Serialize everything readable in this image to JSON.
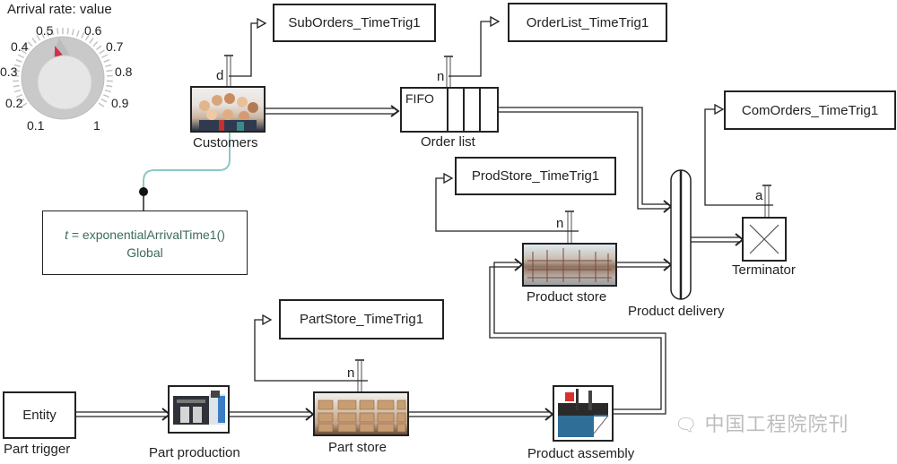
{
  "dial": {
    "title": "Arrival rate: value",
    "ticks": [
      "0.1",
      "0.2",
      "0.3",
      "0.4",
      "0.5",
      "0.6",
      "0.7",
      "0.8",
      "0.9",
      "1"
    ],
    "current_value": 0.5,
    "min": 0.1,
    "max": 1,
    "pointer_color": "#d0304a"
  },
  "blocks": {
    "customers": {
      "label": "Customers",
      "port": "d"
    },
    "order_list": {
      "label": "Order list",
      "inner": "FIFO",
      "port": "n"
    },
    "product_delivery": {
      "label": "Product delivery"
    },
    "terminator": {
      "label": "Terminator",
      "port": "a"
    },
    "product_store": {
      "label": "Product store",
      "port": "n"
    },
    "part_trigger": {
      "label": "Part trigger",
      "inner": "Entity"
    },
    "part_production": {
      "label": "Part production"
    },
    "part_store": {
      "label": "Part store",
      "port": "n"
    },
    "product_assembly": {
      "label": "Product assembly"
    }
  },
  "timetrig": {
    "suborders": "SubOrders_TimeTrig1",
    "orderlist": "OrderList_TimeTrig1",
    "comorders": "ComOrders_TimeTrig1",
    "prodstore": "ProdStore_TimeTrig1",
    "partstore": "PartStore_TimeTrig1"
  },
  "function_block": {
    "var": "t",
    "expr": " = exponentialArrivalTime1()",
    "scope": "Global"
  },
  "watermark": "中国工程院院刊",
  "colors": {
    "signal_link": "#8cc8c4",
    "function_text": "#3d6b5a"
  }
}
